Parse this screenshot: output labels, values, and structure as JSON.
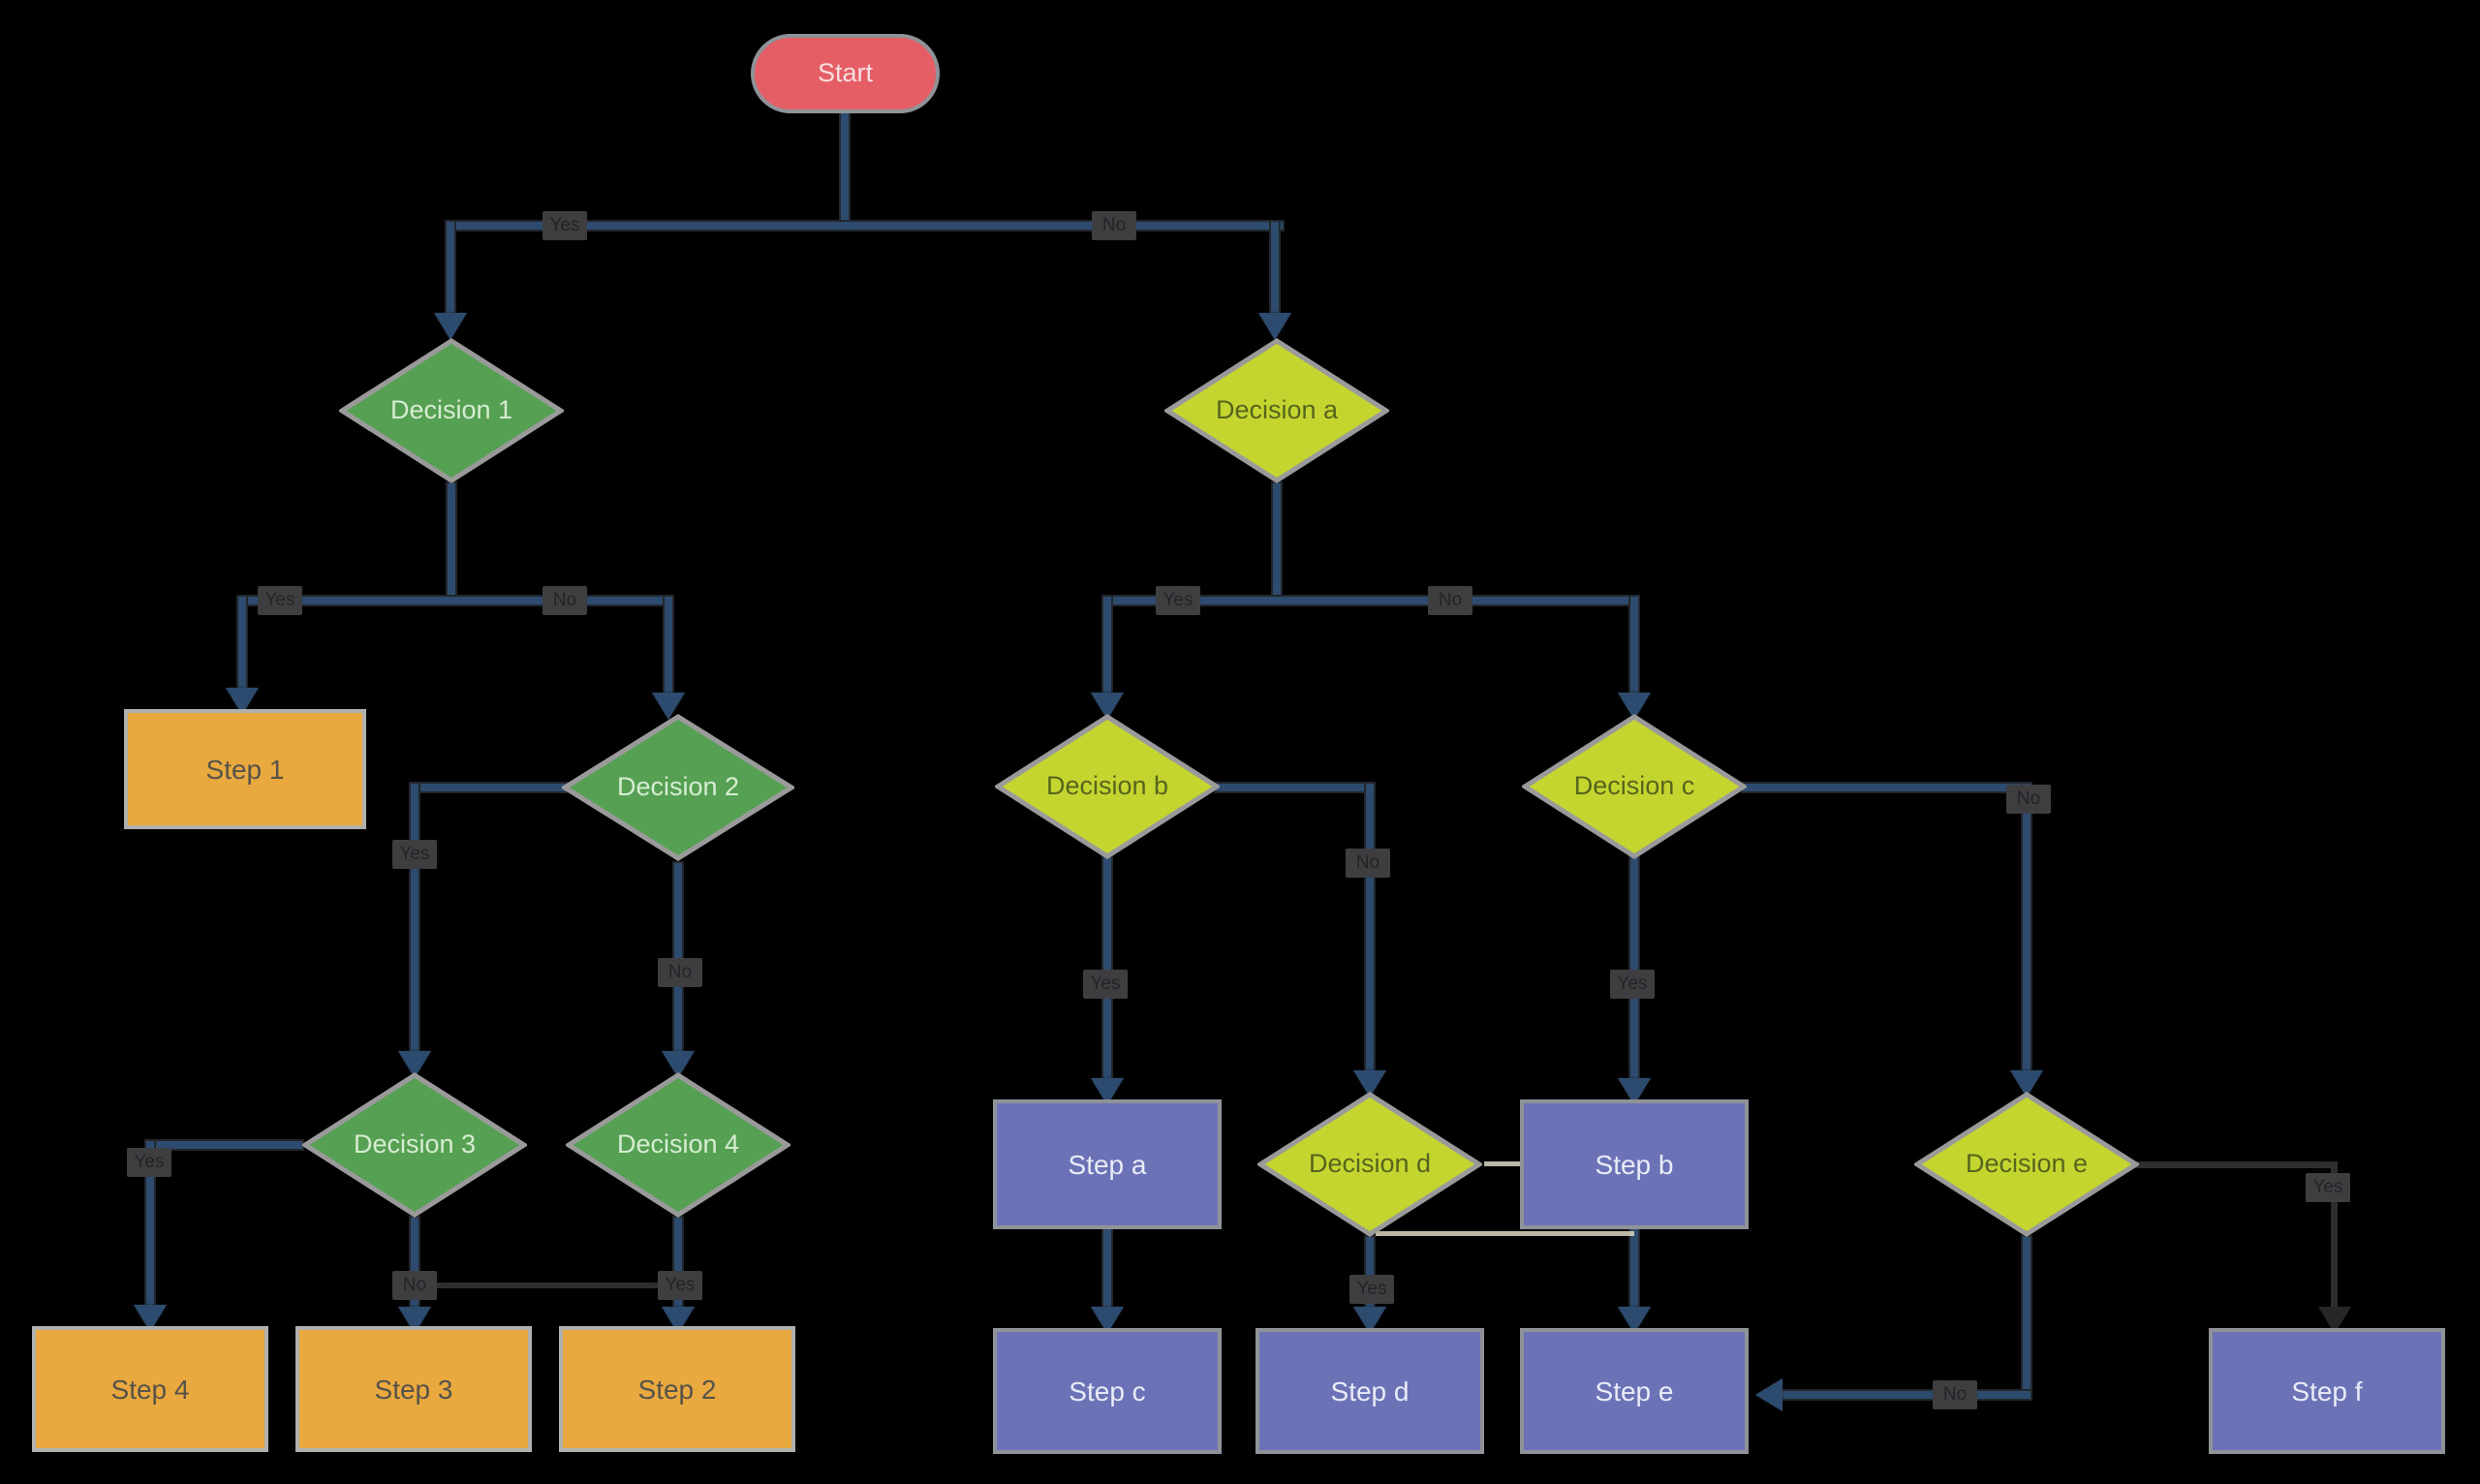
{
  "diagram": {
    "type": "flowchart",
    "background_color": "#000000",
    "nodes": {
      "start": {
        "label": "Start",
        "shape": "terminator",
        "fill": "#e55e66",
        "text_color": "#f7dde0"
      },
      "decision_1": {
        "label": "Decision 1",
        "shape": "diamond",
        "fill": "#55a053",
        "text_color": "#d6edd2"
      },
      "decision_a": {
        "label": "Decision a",
        "shape": "diamond",
        "fill": "#c5d52f",
        "text_color": "#56641d"
      },
      "step_1": {
        "label": "Step 1",
        "shape": "process",
        "fill": "#e9a93e",
        "text_color": "#56524a"
      },
      "decision_2": {
        "label": "Decision 2",
        "shape": "diamond",
        "fill": "#55a053",
        "text_color": "#d6edd2"
      },
      "decision_b": {
        "label": "Decision b",
        "shape": "diamond",
        "fill": "#c5d52f",
        "text_color": "#56641d"
      },
      "decision_c": {
        "label": "Decision c",
        "shape": "diamond",
        "fill": "#c5d52f",
        "text_color": "#56641d"
      },
      "decision_3": {
        "label": "Decision 3",
        "shape": "diamond",
        "fill": "#55a053",
        "text_color": "#d6edd2"
      },
      "decision_4": {
        "label": "Decision 4",
        "shape": "diamond",
        "fill": "#55a053",
        "text_color": "#d6edd2"
      },
      "step_a": {
        "label": "Step a",
        "shape": "process",
        "fill": "#6b73b6",
        "text_color": "#e9ebf7"
      },
      "decision_d": {
        "label": "Decision d",
        "shape": "diamond",
        "fill": "#c5d52f",
        "text_color": "#56641d"
      },
      "step_b": {
        "label": "Step b",
        "shape": "process",
        "fill": "#6b73b6",
        "text_color": "#e9ebf7"
      },
      "decision_e": {
        "label": "Decision e",
        "shape": "diamond",
        "fill": "#c5d52f",
        "text_color": "#56641d"
      },
      "step_4": {
        "label": "Step 4",
        "shape": "process",
        "fill": "#e9a93e",
        "text_color": "#56524a"
      },
      "step_3": {
        "label": "Step 3",
        "shape": "process",
        "fill": "#e9a93e",
        "text_color": "#56524a"
      },
      "step_2": {
        "label": "Step 2",
        "shape": "process",
        "fill": "#e9a93e",
        "text_color": "#56524a"
      },
      "step_c": {
        "label": "Step c",
        "shape": "process",
        "fill": "#6b73b6",
        "text_color": "#e9ebf7"
      },
      "step_d": {
        "label": "Step d",
        "shape": "process",
        "fill": "#6b73b6",
        "text_color": "#e9ebf7"
      },
      "step_e": {
        "label": "Step e",
        "shape": "process",
        "fill": "#6b73b6",
        "text_color": "#e9ebf7"
      },
      "step_f": {
        "label": "Step f",
        "shape": "process",
        "fill": "#6b73b6",
        "text_color": "#e9ebf7"
      }
    },
    "edge_labels": [
      {
        "from": "start",
        "to": "decision_1",
        "text": "Yes"
      },
      {
        "from": "start",
        "to": "decision_a",
        "text": "No"
      },
      {
        "from": "decision_1",
        "to": "step_1",
        "text": "Yes"
      },
      {
        "from": "decision_1",
        "to": "decision_2",
        "text": "No"
      },
      {
        "from": "decision_a",
        "to": "decision_b",
        "text": "Yes"
      },
      {
        "from": "decision_a",
        "to": "decision_c",
        "text": "No"
      },
      {
        "from": "decision_2",
        "to": "decision_3",
        "text": "Yes"
      },
      {
        "from": "decision_2",
        "to": "decision_4",
        "text": "No"
      },
      {
        "from": "decision_b",
        "to": "step_a",
        "text": "Yes"
      },
      {
        "from": "decision_b",
        "to": "decision_d",
        "text": "No"
      },
      {
        "from": "decision_c",
        "to": "step_b",
        "text": "Yes"
      },
      {
        "from": "decision_c",
        "to": "decision_e",
        "text": "No"
      },
      {
        "from": "decision_3",
        "to": "step_4",
        "text": "Yes"
      },
      {
        "from": "decision_3",
        "to": "step_3",
        "text": "No"
      },
      {
        "from": "decision_4",
        "to": "step_2",
        "text": "Yes"
      },
      {
        "from": "decision_d",
        "to": "step_d",
        "text": "Yes"
      },
      {
        "from": "decision_e",
        "to": "step_f",
        "text": "Yes"
      },
      {
        "from": "decision_e",
        "to": "step_e",
        "text": "No"
      }
    ],
    "edge_colors": {
      "primary": "#2d4b6e",
      "dark": "#2e2e2e",
      "light": "#d9d6c2",
      "label_background": "#3e3e40",
      "label_text": "#242428",
      "shape_border": "#9a9a9a"
    }
  }
}
